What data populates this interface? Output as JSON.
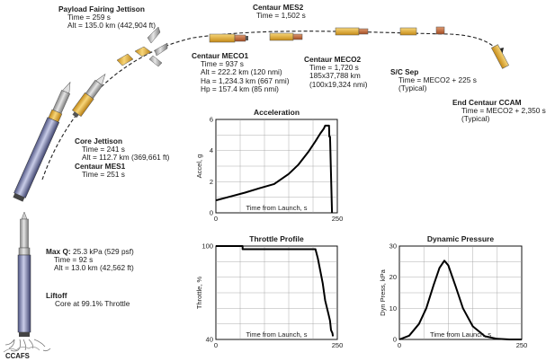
{
  "events": {
    "fairing": {
      "title": "Payload Fairing Jettison",
      "lines": [
        "Time = 259 s",
        "Alt = 135.0 km (442,904 ft)"
      ]
    },
    "mes2": {
      "title": "Centaur MES2",
      "lines": [
        "Time = 1,502 s"
      ]
    },
    "meco1": {
      "title": "Centaur MECO1",
      "lines": [
        "Time = 937 s",
        "Alt = 222.2 km (120 nmi)",
        "Ha = 1,234.3 km (667 nmi)",
        "Hp = 157.4 km (85 nmi)"
      ]
    },
    "meco2": {
      "title": "Centaur MECO2",
      "lines": [
        "Time = 1,720 s",
        "185x37,788 km",
        "(100x19,324 nmi)"
      ]
    },
    "sep": {
      "title": "S/C Sep",
      "lines": [
        "Time = MECO2 + 225 s",
        "(Typical)"
      ]
    },
    "ccam": {
      "title": "End Centaur CCAM",
      "lines": [
        "Time = MECO2 + 2,350 s",
        "(Typical)"
      ]
    },
    "corejet": {
      "title": "Core Jettison",
      "lines": [
        "Time = 241 s",
        "Alt = 112.7 km (369,661 ft)"
      ]
    },
    "mes1": {
      "title": "Centaur MES1",
      "lines": [
        "Time = 251 s"
      ]
    },
    "maxq": {
      "title": "Max Q:",
      "title_rest": " 25.3 kPa (529 psf)",
      "lines": [
        "Time = 92 s",
        "Alt = 13.0 km (42,562 ft)"
      ]
    },
    "liftoff": {
      "title": "Liftoff",
      "lines": [
        "Core at 99.1% Throttle"
      ]
    },
    "site": "CCAFS"
  },
  "chart_data": [
    {
      "type": "line",
      "title": "Acceleration",
      "xlabel": "Time from Launch, s",
      "ylabel": "Accel, g",
      "xlim": [
        0,
        250
      ],
      "ylim": [
        0,
        6
      ],
      "xticks": [
        "0",
        "250"
      ],
      "yticks": [
        "0",
        "2",
        "4",
        "6"
      ],
      "x": [
        0,
        30,
        60,
        90,
        120,
        150,
        170,
        190,
        205,
        215,
        222,
        225,
        232,
        233,
        233.5,
        235,
        239
      ],
      "y": [
        0.8,
        1.05,
        1.3,
        1.58,
        1.85,
        2.5,
        3.1,
        3.9,
        4.6,
        5.1,
        5.4,
        5.6,
        5.6,
        5.6,
        4.9,
        4.9,
        0
      ],
      "grid": true
    },
    {
      "type": "line",
      "title": "Throttle Profile",
      "xlabel": "Time from Launch, s",
      "ylabel": "Throttle, %",
      "xlim": [
        0,
        250
      ],
      "ylim": [
        40,
        100
      ],
      "xticks": [
        "0",
        "250"
      ],
      "yticks": [
        "40",
        "100"
      ],
      "x": [
        0,
        55,
        55,
        200,
        205,
        210,
        215,
        220,
        225,
        232,
        235,
        237,
        240,
        241
      ],
      "y": [
        100,
        100,
        98,
        98,
        98,
        92,
        84,
        76,
        65,
        56,
        52,
        46,
        44,
        42
      ],
      "grid": true
    },
    {
      "type": "line",
      "title": "Dynamic Pressure",
      "xlabel": "Time from Launch, s",
      "ylabel": "Dyn Press, kPa",
      "xlim": [
        0,
        250
      ],
      "ylim": [
        0,
        30
      ],
      "xticks": [
        "0",
        "250"
      ],
      "yticks": [
        "0",
        "10",
        "20",
        "30"
      ],
      "x": [
        0,
        20,
        40,
        55,
        70,
        82,
        92,
        100,
        115,
        130,
        150,
        175,
        200,
        225,
        250
      ],
      "y": [
        0,
        1.2,
        5,
        10,
        17.5,
        23,
        25.3,
        23.8,
        17,
        10,
        4.2,
        1,
        0.2,
        0,
        0
      ],
      "grid": true
    }
  ]
}
